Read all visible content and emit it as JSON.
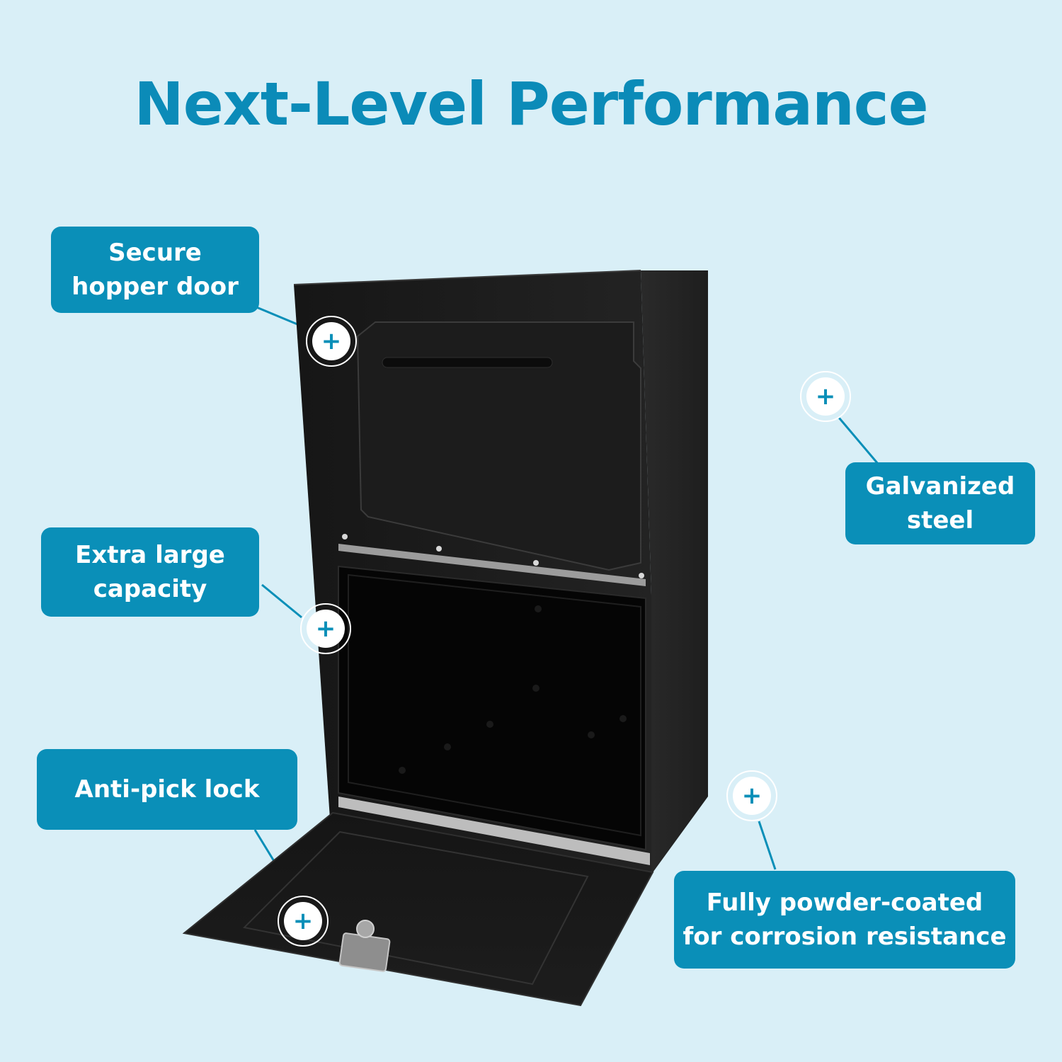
{
  "heading": "Next-Level Performance",
  "callouts": [
    {
      "id": "secure-hopper-door",
      "lines": [
        "Secure",
        "hopper door"
      ]
    },
    {
      "id": "galvanized-steel",
      "lines": [
        "Galvanized",
        "steel"
      ]
    },
    {
      "id": "extra-large-capacity",
      "lines": [
        "Extra large",
        "capacity"
      ]
    },
    {
      "id": "anti-pick-lock",
      "lines": [
        "Anti-pick lock"
      ]
    },
    {
      "id": "powder-coated",
      "lines": [
        "Fully powder-coated",
        "for corrosion resistance"
      ]
    }
  ],
  "marker_symbol": "+",
  "colors": {
    "background": "#d9eff7",
    "accent": "#0a8fb8",
    "product": "#1b1b1b"
  }
}
